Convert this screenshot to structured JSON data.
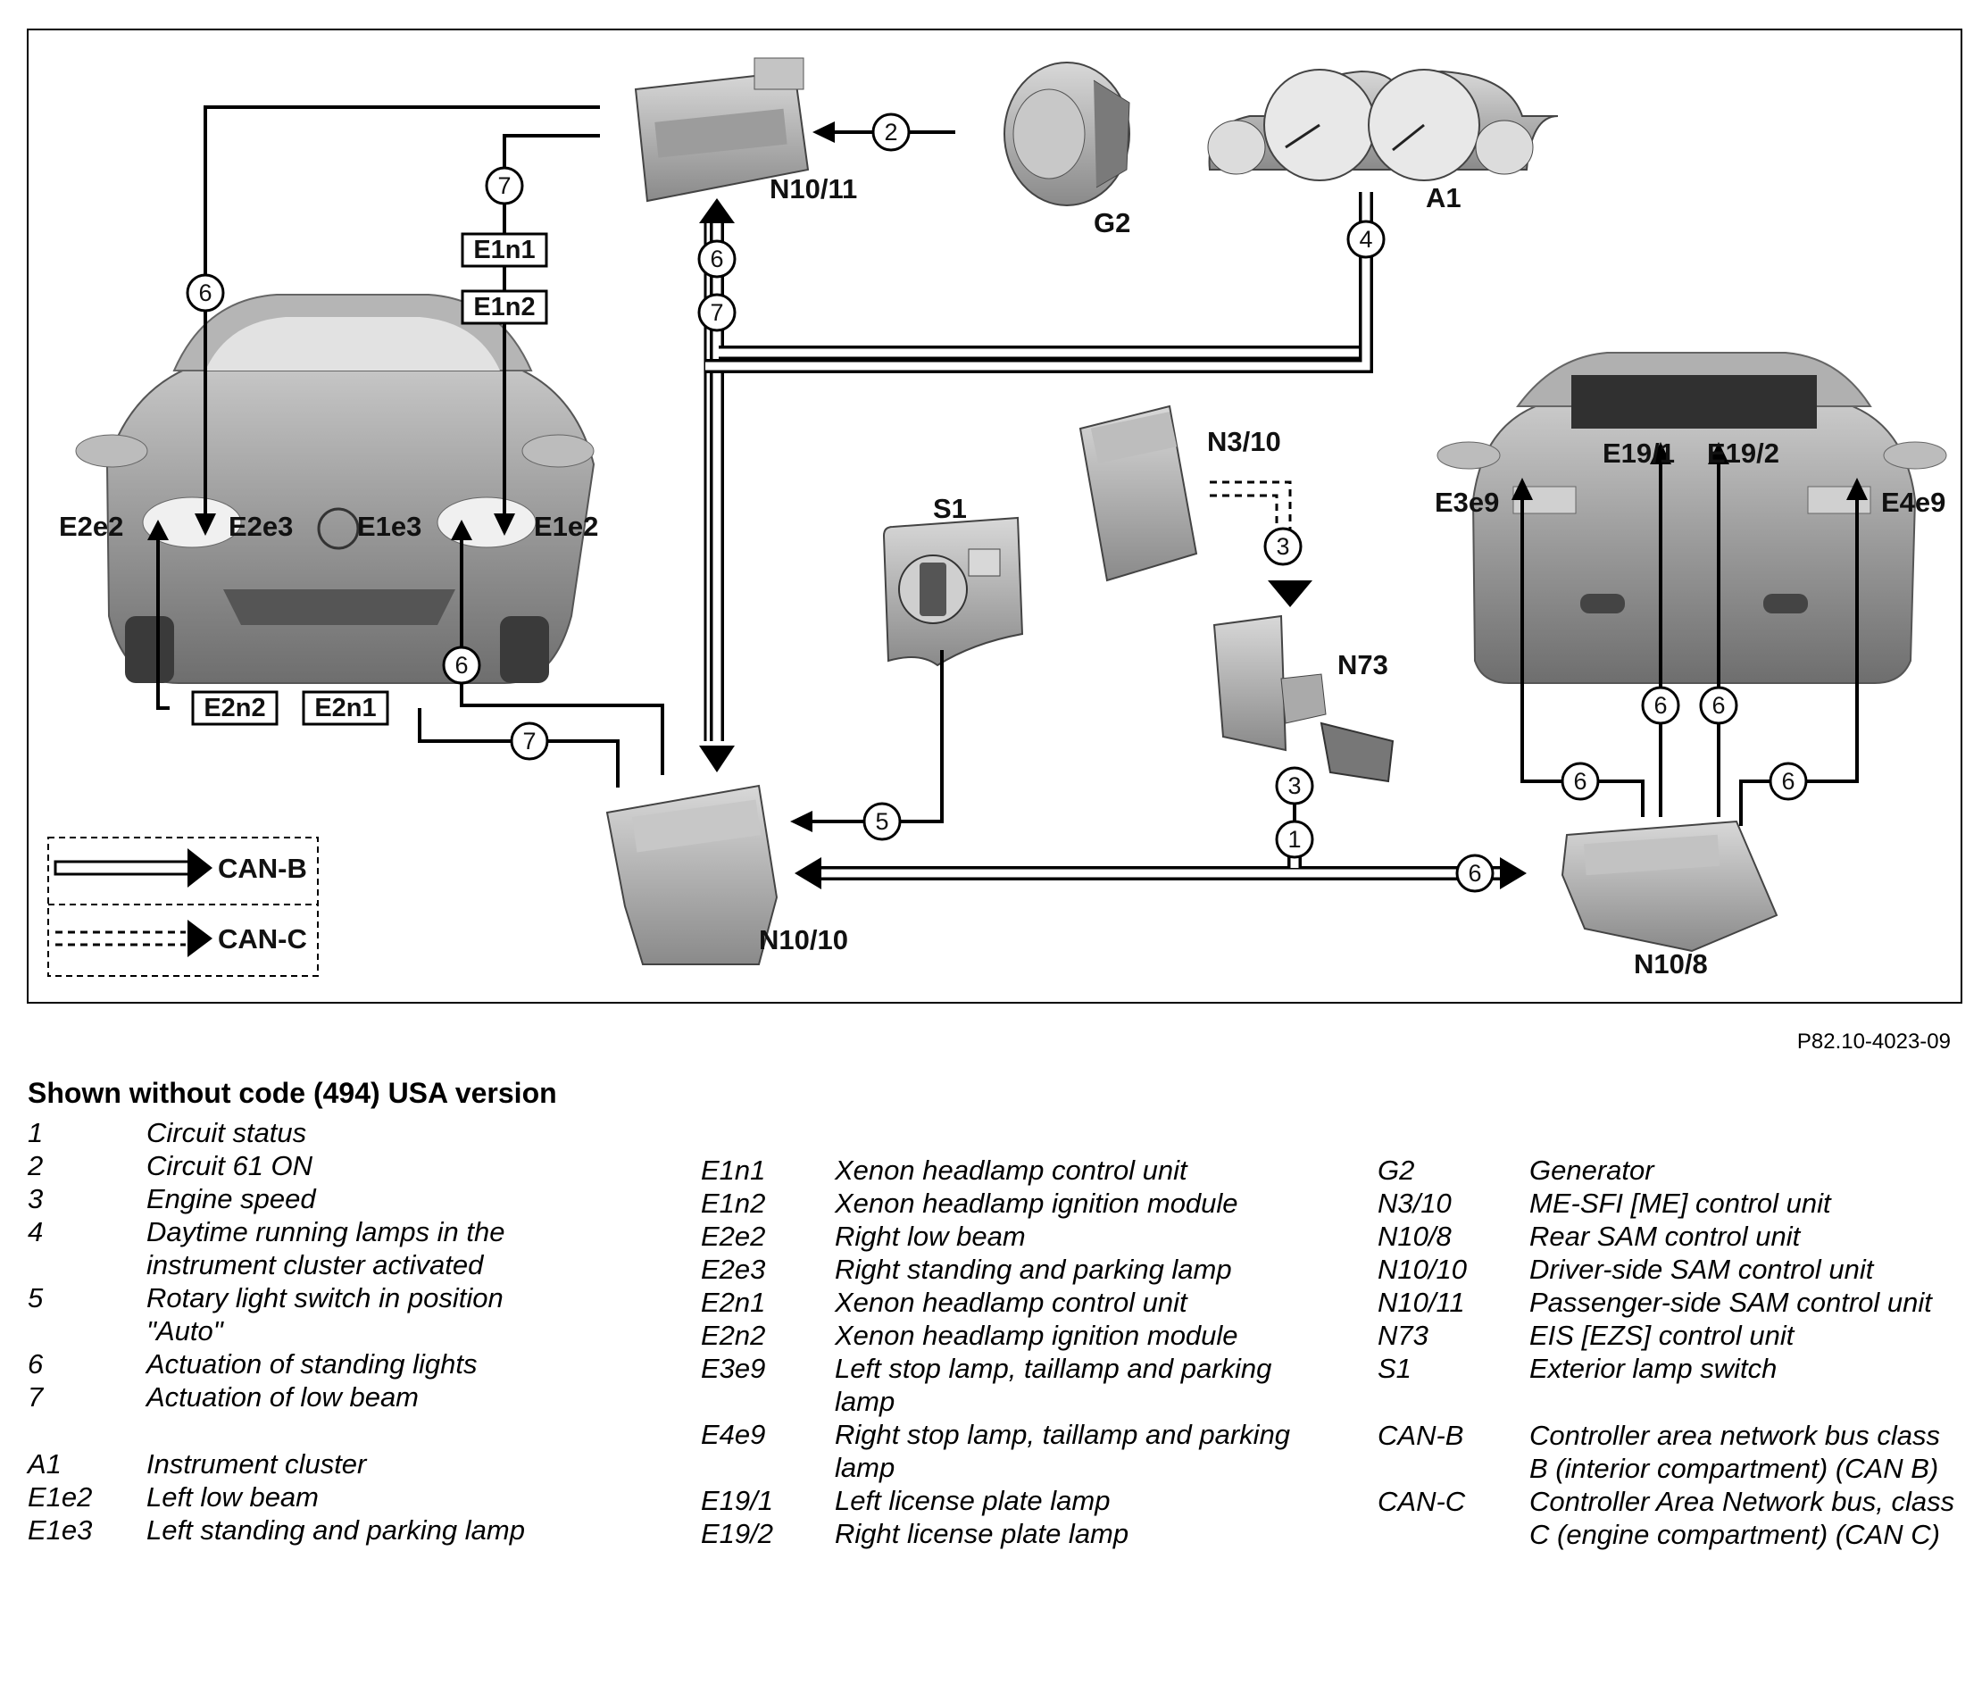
{
  "diagram": {
    "components": {
      "n10_11": "N10/11",
      "g2": "G2",
      "a1": "A1",
      "n3_10": "N3/10",
      "s1": "S1",
      "n73": "N73",
      "n10_10": "N10/10",
      "n10_8": "N10/8",
      "e2e2": "E2e2",
      "e2e3": "E2e3",
      "e1e3": "E1e3",
      "e1e2": "E1e2",
      "e3e9": "E3e9",
      "e4e9": "E4e9",
      "e19_1": "E19/1",
      "e19_2": "E19/2",
      "e1n1": "E1n1",
      "e1n2": "E1n2",
      "e2n2": "E2n2",
      "e2n1": "E2n1"
    },
    "signals": {
      "s1": "1",
      "s2": "2",
      "s3": "3",
      "s4": "4",
      "s5": "5",
      "s6": "6",
      "s7": "7"
    },
    "bus_legend": {
      "can_b": "CAN-B",
      "can_c": "CAN-C"
    },
    "figure_ref": "P82.10-4023-09"
  },
  "legend": {
    "title": "Shown without code (494) USA version",
    "col1": [
      {
        "code": "1",
        "desc": "Circuit status"
      },
      {
        "code": "2",
        "desc": "Circuit 61 ON"
      },
      {
        "code": "3",
        "desc": "Engine speed"
      },
      {
        "code": "4",
        "desc": "Daytime running lamps in the instrument cluster activated"
      },
      {
        "code": "5",
        "desc": "Rotary light switch in position \"Auto\""
      },
      {
        "code": "6",
        "desc": "Actuation of standing lights"
      },
      {
        "code": "7",
        "desc": "Actuation of low beam"
      },
      {
        "code": "A1",
        "desc": "Instrument cluster"
      },
      {
        "code": "E1e2",
        "desc": "Left low beam"
      },
      {
        "code": "E1e3",
        "desc": "Left standing and parking lamp"
      }
    ],
    "col2": [
      {
        "code": "E1n1",
        "desc": "Xenon headlamp control unit"
      },
      {
        "code": "E1n2",
        "desc": "Xenon headlamp ignition module"
      },
      {
        "code": "E2e2",
        "desc": "Right low beam"
      },
      {
        "code": "E2e3",
        "desc": "Right standing and parking lamp"
      },
      {
        "code": "E2n1",
        "desc": "Xenon headlamp control unit"
      },
      {
        "code": "E2n2",
        "desc": "Xenon headlamp ignition module"
      },
      {
        "code": "E3e9",
        "desc": "Left stop lamp, taillamp and parking lamp"
      },
      {
        "code": "E4e9",
        "desc": "Right stop lamp, taillamp and parking lamp"
      },
      {
        "code": "E19/1",
        "desc": "Left license plate lamp"
      },
      {
        "code": "E19/2",
        "desc": "Right license plate lamp"
      }
    ],
    "col3": [
      {
        "code": "G2",
        "desc": "Generator"
      },
      {
        "code": "N3/10",
        "desc": "ME-SFI [ME] control unit"
      },
      {
        "code": "N10/8",
        "desc": "Rear SAM control unit"
      },
      {
        "code": "N10/10",
        "desc": "Driver-side SAM control unit"
      },
      {
        "code": "N10/11",
        "desc": "Passenger-side SAM control unit"
      },
      {
        "code": "N73",
        "desc": "EIS [EZS] control unit"
      },
      {
        "code": "S1",
        "desc": "Exterior lamp switch"
      },
      {
        "code": "CAN-B",
        "desc": "Controller area network bus class B (interior compartment) (CAN B)"
      },
      {
        "code": "CAN-C",
        "desc": "Controller Area Network bus, class C (engine compartment) (CAN C)"
      }
    ]
  }
}
